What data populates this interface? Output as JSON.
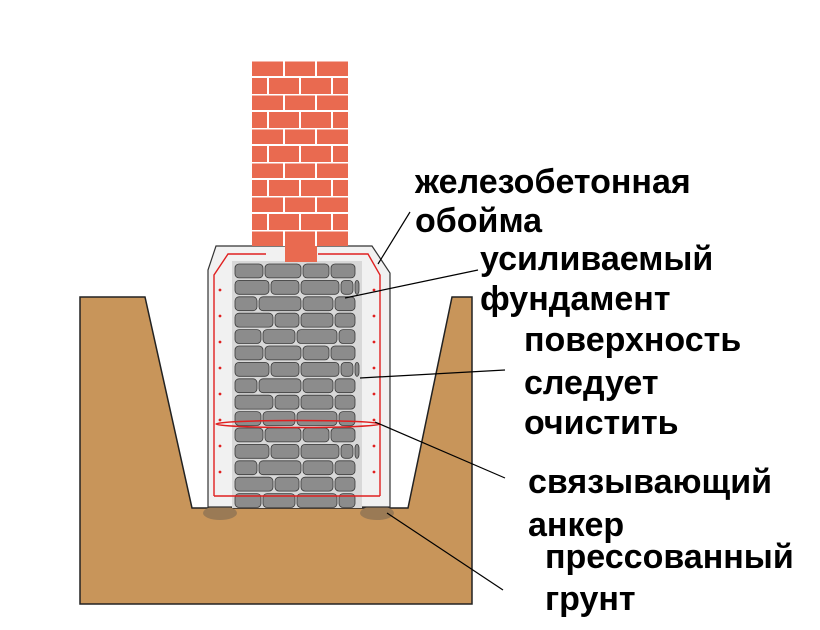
{
  "labels": {
    "jacket_line1": "железобетонная",
    "jacket_line2": "обойма",
    "foundation_line1": "усиливаемый",
    "foundation_line2": "фундамент",
    "surface_line1": "поверхность",
    "surface_line2": "следует",
    "surface_line3": "очистить",
    "anchor_line1": "связывающий",
    "anchor_line2": "анкер",
    "soil_line1": "прессованный",
    "soil_line2": "грунт"
  },
  "colors": {
    "soil": "#c8955a",
    "brick_wall": "#e96a50",
    "brick_mortar": "#ffffff",
    "stone": "#8c8c8c",
    "stone_mortar": "#d8d8d8",
    "concrete_jacket": "#f1f1f1",
    "rebar": "#e02020",
    "compacted_soil": "#9a7a55",
    "leader_line": "#000000"
  }
}
